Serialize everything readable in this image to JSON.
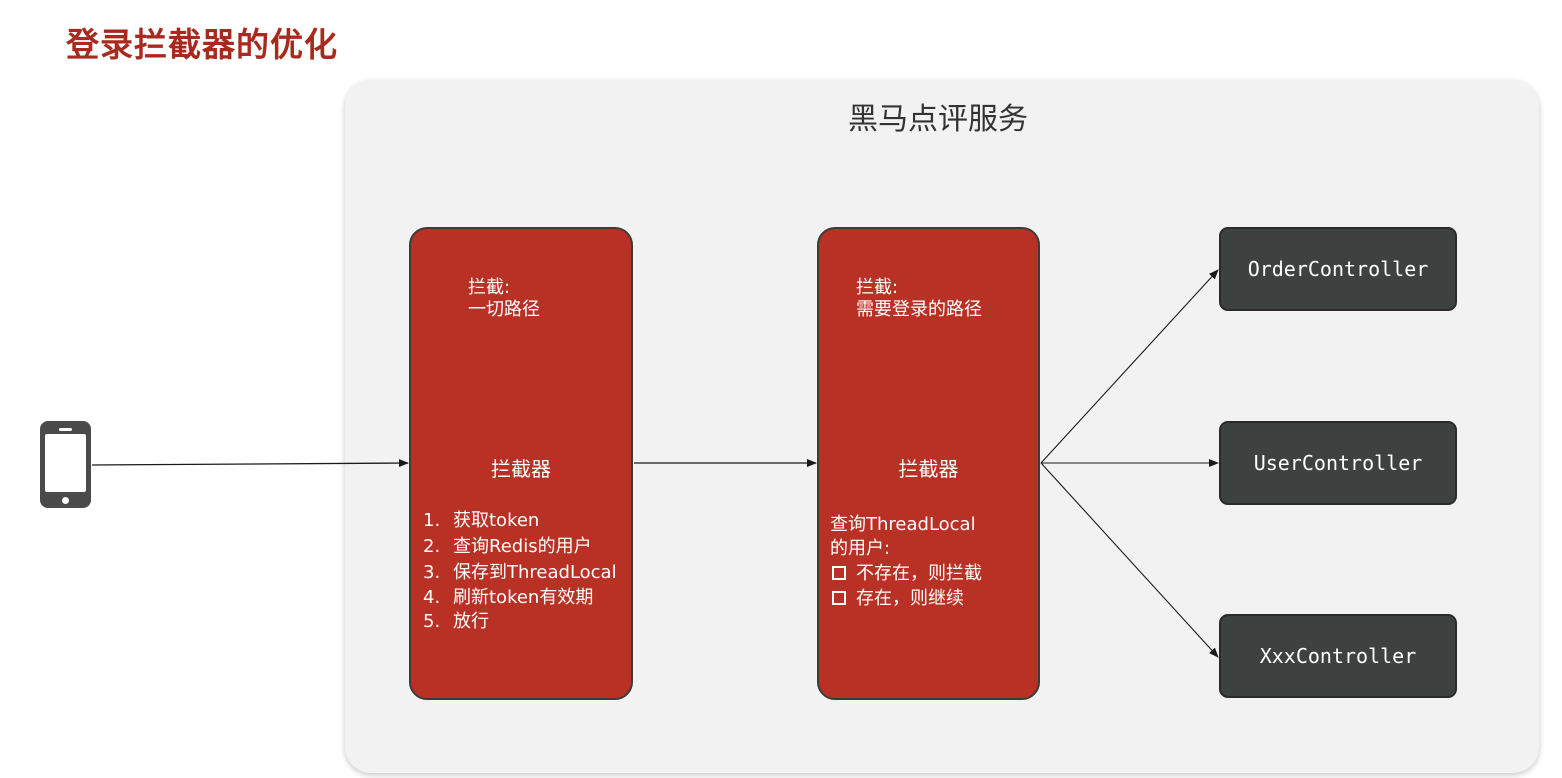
{
  "title": "登录拦截器的优化",
  "service": {
    "title": "黑马点评服务"
  },
  "client": {
    "icon": "smartphone-icon"
  },
  "interceptor1": {
    "intercept_label": "拦截:",
    "intercept_scope": "一切路径",
    "title": "拦截器",
    "steps": [
      {
        "num": "1.",
        "text": "获取token"
      },
      {
        "num": "2.",
        "text": "查询Redis的用户"
      },
      {
        "num": "3.",
        "text": "保存到ThreadLocal"
      },
      {
        "num": "4.",
        "text": "刷新token有效期"
      },
      {
        "num": "5.",
        "text": "放行"
      }
    ]
  },
  "interceptor2": {
    "intercept_label": "拦截:",
    "intercept_scope": "需要登录的路径",
    "title": "拦截器",
    "desc_line1": "查询ThreadLocal",
    "desc_line2": "的用户:",
    "options": [
      "不存在，则拦截",
      "存在，则继续"
    ]
  },
  "controllers": [
    "OrderController",
    "UserController",
    "XxxController"
  ],
  "colors": {
    "title": "#a82a1e",
    "interceptor": "#b93125",
    "controller": "#3d4140",
    "panel": "#f2f2f2"
  }
}
